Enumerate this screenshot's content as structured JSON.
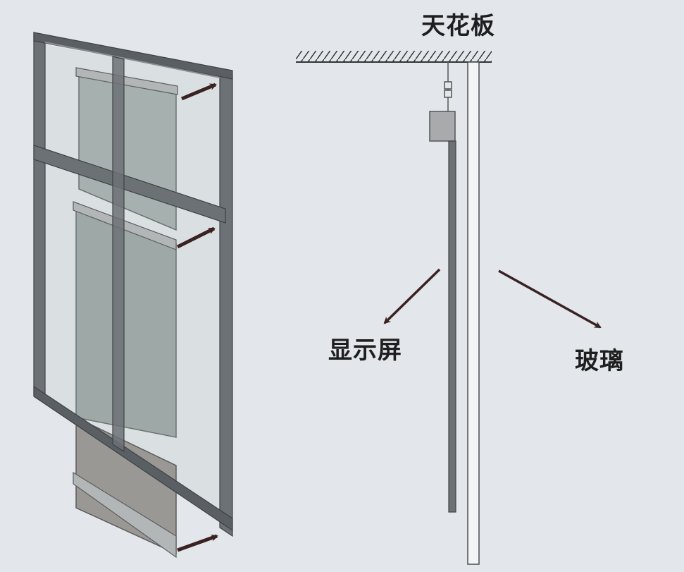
{
  "labels": {
    "ceiling": "天花板",
    "display_screen": "显示屏",
    "glass": "玻璃"
  },
  "colors": {
    "background": "#e3e7ec",
    "frame": "#6c7176",
    "frame_dark": "#4c5054",
    "glass_fill": "#c9d2d2",
    "screen_fill": "#8e9796",
    "screen_exposed": "#9a9894",
    "arrow": "#3a2222",
    "text": "#1e1e1e"
  }
}
